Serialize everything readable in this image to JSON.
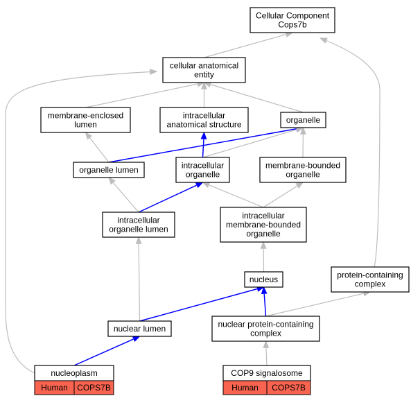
{
  "nodes": {
    "cellular_component": [
      "Cellular Component",
      "Cops7b"
    ],
    "cellular_anatomical_entity": [
      "cellular anatomical",
      "entity"
    ],
    "membrane_enclosed_lumen": [
      "membrane-enclosed",
      "lumen"
    ],
    "intracellular_anatomical_structure": [
      "intracellular",
      "anatomical structure"
    ],
    "organelle": [
      "organelle"
    ],
    "organelle_lumen": [
      "organelle lumen"
    ],
    "intracellular_organelle": [
      "intracellular",
      "organelle"
    ],
    "membrane_bounded_organelle": [
      "membrane-bounded",
      "organelle"
    ],
    "intracellular_organelle_lumen": [
      "intracellular",
      "organelle lumen"
    ],
    "intracellular_membrane_bounded_organelle": [
      "intracellular",
      "membrane-bounded",
      "organelle"
    ],
    "nucleus": [
      "nucleus"
    ],
    "protein_containing_complex": [
      "protein-containing",
      "complex"
    ],
    "nuclear_lumen": [
      "nuclear lumen"
    ],
    "nuclear_protein_containing_complex": [
      "nuclear protein-containing",
      "complex"
    ],
    "nucleoplasm": [
      "nucleoplasm"
    ],
    "cop9_signalosome": [
      "COP9 signalosome"
    ]
  },
  "annotations": {
    "nucleoplasm": [
      "Human",
      "COPS7B"
    ],
    "cop9_signalosome": [
      "Human",
      "COPS7B"
    ]
  },
  "colors": {
    "edge_default": "#bdbdbd",
    "edge_highlight": "#0000ff",
    "annotation_fill": "#f96450"
  },
  "edges": [
    {
      "from": "cellular_anatomical_entity",
      "to": "cellular_component",
      "color": "gray"
    },
    {
      "from": "protein_containing_complex",
      "to": "cellular_component",
      "color": "gray"
    },
    {
      "from": "membrane_enclosed_lumen",
      "to": "cellular_anatomical_entity",
      "color": "gray"
    },
    {
      "from": "intracellular_anatomical_structure",
      "to": "cellular_anatomical_entity",
      "color": "gray"
    },
    {
      "from": "organelle",
      "to": "cellular_anatomical_entity",
      "color": "gray"
    },
    {
      "from": "nucleoplasm",
      "to": "cellular_anatomical_entity",
      "color": "gray"
    },
    {
      "from": "organelle_lumen",
      "to": "membrane_enclosed_lumen",
      "color": "gray"
    },
    {
      "from": "organelle_lumen",
      "to": "organelle",
      "color": "blue"
    },
    {
      "from": "intracellular_organelle",
      "to": "intracellular_anatomical_structure",
      "color": "blue"
    },
    {
      "from": "intracellular_organelle",
      "to": "organelle",
      "color": "gray"
    },
    {
      "from": "membrane_bounded_organelle",
      "to": "organelle",
      "color": "gray"
    },
    {
      "from": "intracellular_organelle_lumen",
      "to": "organelle_lumen",
      "color": "gray"
    },
    {
      "from": "intracellular_organelle_lumen",
      "to": "intracellular_organelle",
      "color": "blue"
    },
    {
      "from": "intracellular_membrane_bounded_organelle",
      "to": "intracellular_organelle",
      "color": "gray"
    },
    {
      "from": "intracellular_membrane_bounded_organelle",
      "to": "membrane_bounded_organelle",
      "color": "gray"
    },
    {
      "from": "nucleus",
      "to": "intracellular_membrane_bounded_organelle",
      "color": "gray"
    },
    {
      "from": "nuclear_lumen",
      "to": "intracellular_organelle_lumen",
      "color": "gray"
    },
    {
      "from": "nuclear_lumen",
      "to": "nucleus",
      "color": "blue"
    },
    {
      "from": "nuclear_protein_containing_complex",
      "to": "nucleus",
      "color": "blue"
    },
    {
      "from": "nuclear_protein_containing_complex",
      "to": "protein_containing_complex",
      "color": "gray"
    },
    {
      "from": "nucleoplasm",
      "to": "nuclear_lumen",
      "color": "blue"
    },
    {
      "from": "cop9_signalosome",
      "to": "nuclear_protein_containing_complex",
      "color": "gray"
    }
  ]
}
